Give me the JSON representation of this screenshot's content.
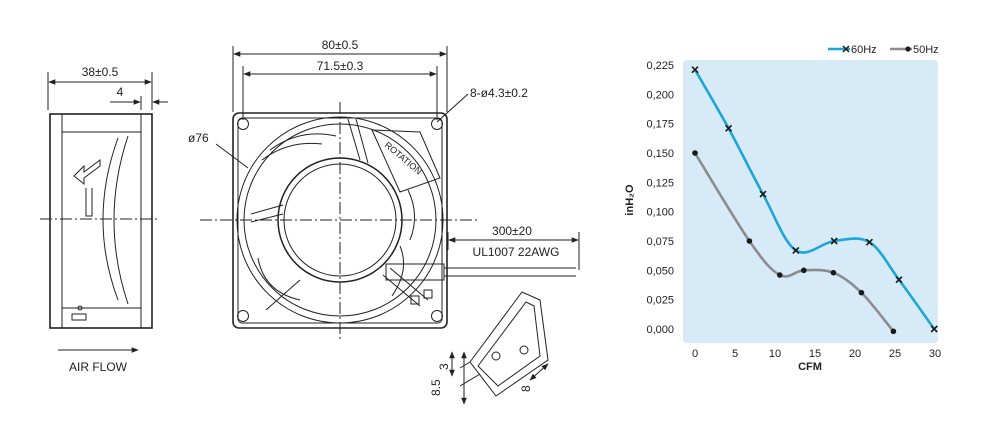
{
  "side_view": {
    "depth_dim": "38±0.5",
    "flange_dim": "4",
    "airflow_label": "AIR FLOW"
  },
  "front_view": {
    "outer_dim": "80±0.5",
    "hole_pitch_dim": "71.5±0.3",
    "holes_dim": "8-ø4.3±0.2",
    "venturi_dim": "ø76",
    "rotation_label": "ROTATION",
    "lead_length_dim": "300±20",
    "lead_spec": "UL1007  22AWG"
  },
  "terminal_detail": {
    "dim_a": "3",
    "dim_b": "8.5",
    "dim_c": "8"
  },
  "chart_data": {
    "type": "line",
    "xlabel": "CFM",
    "ylabel": "inH₂O",
    "xlim": [
      0,
      30
    ],
    "ylim": [
      0,
      0.225
    ],
    "x_ticks": [
      "0",
      "5",
      "10",
      "15",
      "20",
      "25",
      "30"
    ],
    "y_ticks": [
      "0,000",
      "0,025",
      "0,050",
      "0,075",
      "0,100",
      "0,125",
      "0,150",
      "0,175",
      "0,200",
      "0,225"
    ],
    "grid": false,
    "legend_position": "top-right",
    "background_color": "#d6ebf7",
    "series": [
      {
        "name": "60Hz",
        "color": "#1ea6d6",
        "marker": "x",
        "points": [
          [
            0,
            0.221
          ],
          [
            4.2,
            0.171
          ],
          [
            8.5,
            0.115
          ],
          [
            12.6,
            0.067
          ],
          [
            17.4,
            0.075
          ],
          [
            21.8,
            0.074
          ],
          [
            25.5,
            0.042
          ],
          [
            29.9,
            0.0
          ]
        ]
      },
      {
        "name": "50Hz",
        "color": "#8c8c8c",
        "marker": "dot",
        "points": [
          [
            0,
            0.15
          ],
          [
            6.8,
            0.075
          ],
          [
            10.6,
            0.046
          ],
          [
            13.6,
            0.05
          ],
          [
            17.3,
            0.048
          ],
          [
            20.8,
            0.031
          ],
          [
            24.8,
            -0.002
          ]
        ]
      }
    ]
  }
}
